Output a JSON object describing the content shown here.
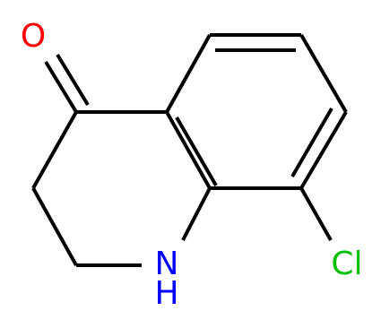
{
  "molecule": {
    "atoms": {
      "oxygen": {
        "symbol": "O",
        "color": "#ff0000"
      },
      "nitrogen": {
        "symbol": "N",
        "color": "#0000ff"
      },
      "hydrogen": {
        "symbol": "H",
        "color": "#0000ff"
      },
      "chlorine": {
        "symbol": "Cl",
        "color": "#00c000"
      }
    },
    "bond_color": "#000000",
    "background": "#ffffff"
  }
}
